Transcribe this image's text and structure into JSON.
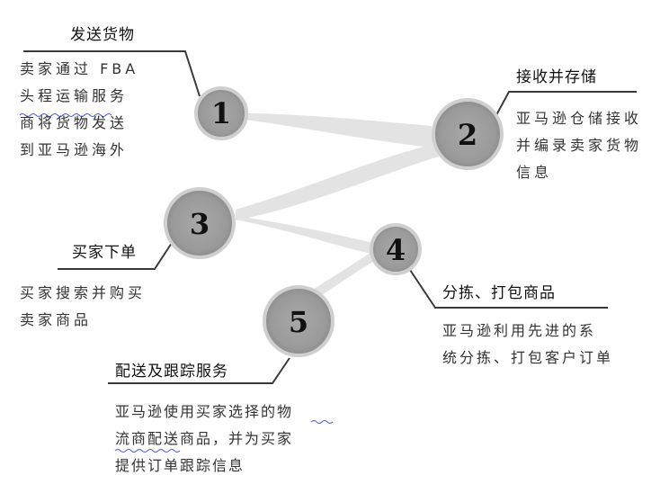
{
  "steps": [
    {
      "number": "1",
      "title": "发送货物",
      "desc": [
        "卖家通过 FBA",
        "头程运输服务",
        "商将货物发送",
        "到亚马逊海外"
      ]
    },
    {
      "number": "2",
      "title": "接收并存储",
      "desc": [
        "亚马逊仓储接收",
        "并编录卖家货物",
        "信息"
      ]
    },
    {
      "number": "3",
      "title": "买家下单",
      "desc": [
        "买家搜索并购买",
        "卖家商品"
      ]
    },
    {
      "number": "4",
      "title": "分拣、打包商品",
      "desc": [
        "亚马逊利用先进的系",
        "统分拣、打包客户订单"
      ]
    },
    {
      "number": "5",
      "title": "配送及跟踪服务",
      "desc": [
        "亚马逊使用买家选择的物",
        "流商配送商品，并为买家",
        "提供订单跟踪信息"
      ]
    }
  ],
  "colors": {
    "circle_fill": "#9e9e9e",
    "circle_stroke": "#cfcfcf",
    "connector": "#e3e3e3",
    "leader_line": "#3a3a3a",
    "spellcheck_underline": "#4a5fc4"
  }
}
